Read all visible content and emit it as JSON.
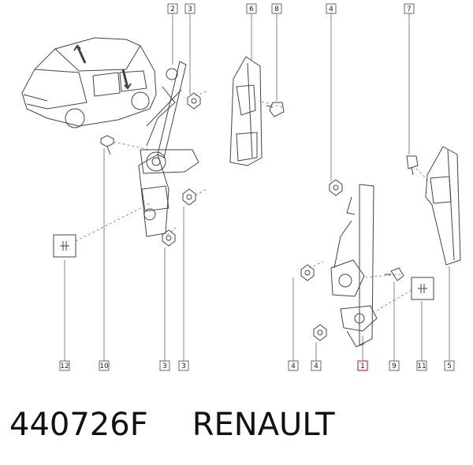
{
  "caption": {
    "part_number": "440726F",
    "brand": "RENAULT"
  },
  "callouts": {
    "top": [
      "2",
      "3",
      "6",
      "8",
      "4",
      "7"
    ],
    "bottom": [
      "12",
      "10",
      "3",
      "3",
      "4",
      "4",
      "1",
      "9",
      "11",
      "5"
    ]
  },
  "colors": {
    "line": "#444444",
    "highlight": "#d9534f"
  }
}
